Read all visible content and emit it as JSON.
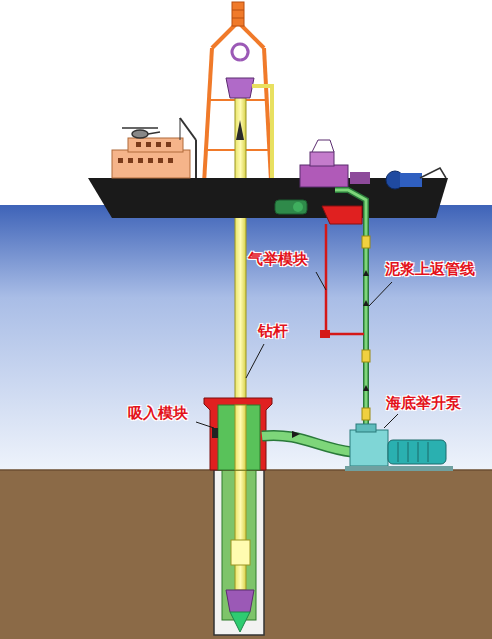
{
  "diagram": {
    "labels": [
      "气举模块",
      "泥浆上返管线",
      "钻杆",
      "吸入模块",
      "海底举升泵"
    ]
  }
}
